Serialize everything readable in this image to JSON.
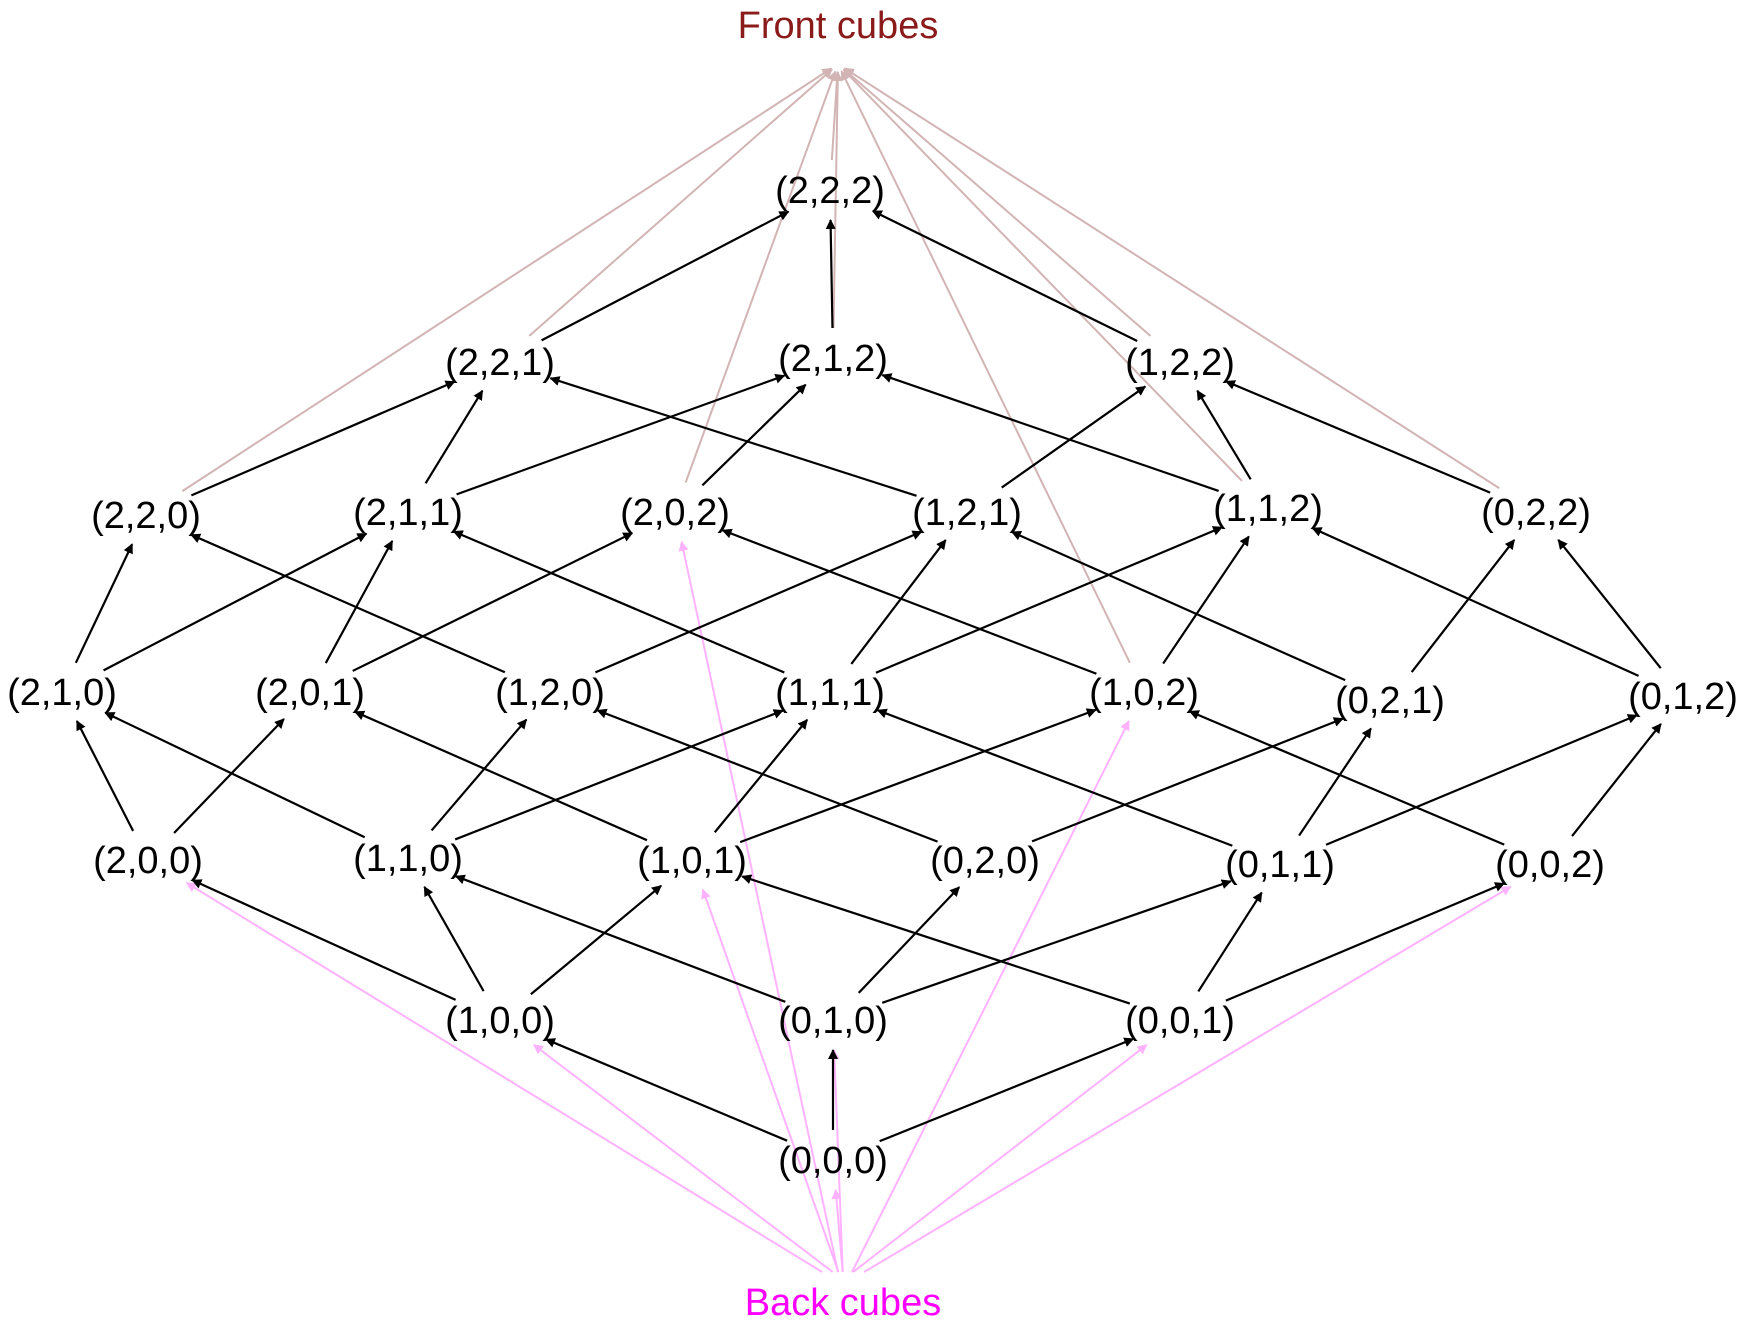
{
  "labels": {
    "front": "Front cubes",
    "back": "Back cubes"
  },
  "colors": {
    "front_text": "#8B1A1A",
    "back_text": "#FF00FF",
    "front_arrow": "#D2B4B4",
    "back_arrow": "#FFB2FF",
    "edge": "#000000"
  },
  "nodes": [
    {
      "id": "000",
      "label": "(0,0,0)"
    },
    {
      "id": "100",
      "label": "(1,0,0)"
    },
    {
      "id": "010",
      "label": "(0,1,0)"
    },
    {
      "id": "001",
      "label": "(0,0,1)"
    },
    {
      "id": "200",
      "label": "(2,0,0)"
    },
    {
      "id": "110",
      "label": "(1,1,0)"
    },
    {
      "id": "101",
      "label": "(1,0,1)"
    },
    {
      "id": "020",
      "label": "(0,2,0)"
    },
    {
      "id": "011",
      "label": "(0,1,1)"
    },
    {
      "id": "002",
      "label": "(0,0,2)"
    },
    {
      "id": "210",
      "label": "(2,1,0)"
    },
    {
      "id": "201",
      "label": "(2,0,1)"
    },
    {
      "id": "120",
      "label": "(1,2,0)"
    },
    {
      "id": "111",
      "label": "(1,1,1)"
    },
    {
      "id": "102",
      "label": "(1,0,2)"
    },
    {
      "id": "021",
      "label": "(0,2,1)"
    },
    {
      "id": "012",
      "label": "(0,1,2)"
    },
    {
      "id": "220",
      "label": "(2,2,0)"
    },
    {
      "id": "211",
      "label": "(2,1,1)"
    },
    {
      "id": "202",
      "label": "(2,0,2)"
    },
    {
      "id": "121",
      "label": "(1,2,1)"
    },
    {
      "id": "112",
      "label": "(1,1,2)"
    },
    {
      "id": "022",
      "label": "(0,2,2)"
    },
    {
      "id": "221",
      "label": "(2,2,1)"
    },
    {
      "id": "212",
      "label": "(2,1,2)"
    },
    {
      "id": "122",
      "label": "(1,2,2)"
    },
    {
      "id": "222",
      "label": "(2,2,2)"
    }
  ],
  "edges": [
    [
      "000",
      "100"
    ],
    [
      "000",
      "010"
    ],
    [
      "000",
      "001"
    ],
    [
      "100",
      "200"
    ],
    [
      "100",
      "110"
    ],
    [
      "100",
      "101"
    ],
    [
      "010",
      "110"
    ],
    [
      "010",
      "020"
    ],
    [
      "010",
      "011"
    ],
    [
      "001",
      "101"
    ],
    [
      "001",
      "011"
    ],
    [
      "001",
      "002"
    ],
    [
      "200",
      "210"
    ],
    [
      "200",
      "201"
    ],
    [
      "110",
      "210"
    ],
    [
      "110",
      "120"
    ],
    [
      "110",
      "111"
    ],
    [
      "101",
      "201"
    ],
    [
      "101",
      "111"
    ],
    [
      "101",
      "102"
    ],
    [
      "020",
      "120"
    ],
    [
      "020",
      "021"
    ],
    [
      "011",
      "111"
    ],
    [
      "011",
      "021"
    ],
    [
      "011",
      "012"
    ],
    [
      "002",
      "102"
    ],
    [
      "002",
      "012"
    ],
    [
      "210",
      "220"
    ],
    [
      "210",
      "211"
    ],
    [
      "201",
      "211"
    ],
    [
      "201",
      "202"
    ],
    [
      "120",
      "220"
    ],
    [
      "120",
      "121"
    ],
    [
      "111",
      "211"
    ],
    [
      "111",
      "121"
    ],
    [
      "111",
      "112"
    ],
    [
      "102",
      "202"
    ],
    [
      "102",
      "112"
    ],
    [
      "021",
      "121"
    ],
    [
      "021",
      "022"
    ],
    [
      "012",
      "112"
    ],
    [
      "012",
      "022"
    ],
    [
      "220",
      "221"
    ],
    [
      "211",
      "221"
    ],
    [
      "211",
      "212"
    ],
    [
      "202",
      "212"
    ],
    [
      "121",
      "221"
    ],
    [
      "121",
      "122"
    ],
    [
      "112",
      "212"
    ],
    [
      "112",
      "122"
    ],
    [
      "022",
      "122"
    ],
    [
      "221",
      "222"
    ],
    [
      "212",
      "222"
    ],
    [
      "122",
      "222"
    ]
  ],
  "front_sources": [
    "220",
    "221",
    "202",
    "212",
    "222",
    "102",
    "122",
    "112",
    "022"
  ],
  "back_targets": [
    "200",
    "100",
    "101",
    "202",
    "010",
    "000",
    "102",
    "001",
    "002"
  ]
}
